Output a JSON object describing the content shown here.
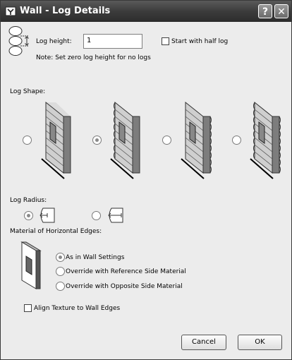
{
  "window": {
    "title": "Wall - Log Details",
    "help_glyph": "?",
    "close_glyph": "✕"
  },
  "log_height": {
    "label": "Log height:",
    "value": "1",
    "note": "Note: Set zero log height for no logs"
  },
  "half_log": {
    "label": "Start with half log",
    "checked": false
  },
  "log_shape": {
    "label": "Log Shape:",
    "selected_index": 1,
    "options": [
      "shape-square-both",
      "shape-round-reference",
      "shape-round-opposite",
      "shape-round-both"
    ]
  },
  "log_radius": {
    "label": "Log Radius:",
    "selected_index": 0,
    "options": [
      "radius-inner",
      "radius-outer"
    ]
  },
  "material": {
    "label": "Material of Horizontal Edges:",
    "options": [
      "As in Wall Settings",
      "Override with Reference Side Material",
      "Override with Opposite Side Material"
    ],
    "selected_index": 0
  },
  "align_texture": {
    "label": "Align Texture to Wall Edges",
    "checked": false
  },
  "buttons": {
    "cancel": "Cancel",
    "ok": "OK"
  }
}
